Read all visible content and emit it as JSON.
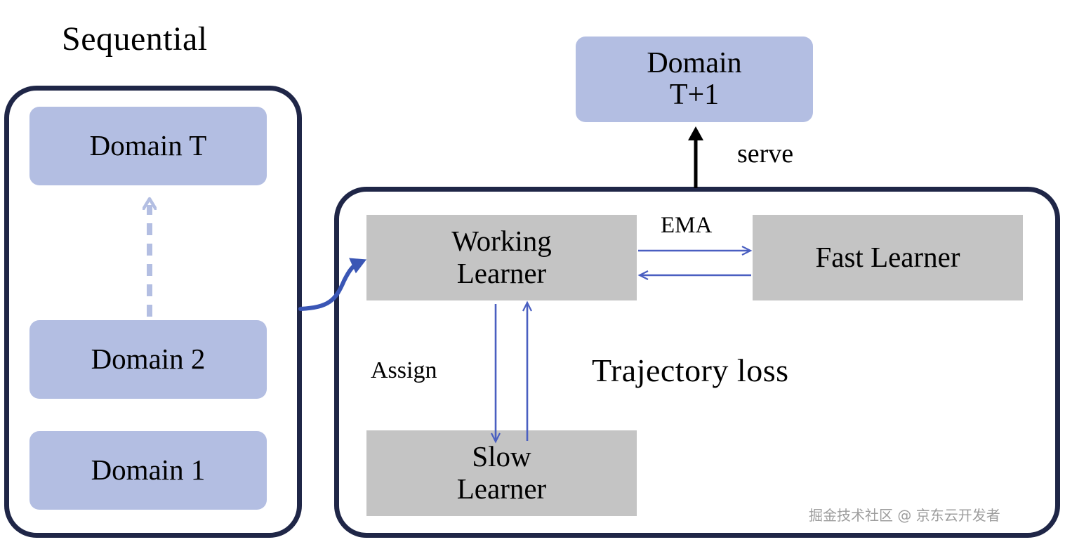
{
  "diagram": {
    "title": "Sequential",
    "watermark": "掘金技术社区 @ 京东云开发者",
    "colors": {
      "domain_box_fill": "#b3bee2",
      "learner_box_fill": "#c4c4c4",
      "panel_border": "#1f2647",
      "blue_arrow": "#4a5fc1",
      "curved_arrow": "#3a56b5",
      "dashed_arrow": "#b3bee2",
      "black_arrow": "#000000",
      "text": "#000000",
      "watermark_text": "#9d9d9d",
      "background": "#ffffff"
    }
  },
  "left_panel": {
    "name": "sequential-group",
    "title": "Sequential",
    "boxes": [
      {
        "id": "domain-t",
        "label": "Domain T"
      },
      {
        "id": "domain-2",
        "label": "Domain 2"
      },
      {
        "id": "domain-1",
        "label": "Domain 1"
      }
    ],
    "connector": {
      "id": "dashed-up-arrow",
      "style": "dashed",
      "direction": "up",
      "label": ""
    }
  },
  "right_panel": {
    "name": "learning-system-group",
    "boxes": [
      {
        "id": "working-learner",
        "label_line1": "Working",
        "label_line2": "Learner"
      },
      {
        "id": "fast-learner",
        "label_line1": "Fast Learner",
        "label_line2": ""
      },
      {
        "id": "slow-learner",
        "label_line1": "Slow",
        "label_line2": "Learner"
      }
    ],
    "edge_labels": [
      {
        "id": "ema",
        "label": "EMA",
        "direction": "bidirectional"
      },
      {
        "id": "assign",
        "label": "Assign",
        "direction": "down"
      },
      {
        "id": "trajectory-loss",
        "label": "Trajectory  loss",
        "direction": "up"
      }
    ]
  },
  "output": {
    "box": {
      "id": "domain-t1",
      "label_line1": "Domain",
      "label_line2": "T+1"
    },
    "edge": {
      "id": "serve",
      "label": "serve",
      "direction": "up"
    }
  }
}
